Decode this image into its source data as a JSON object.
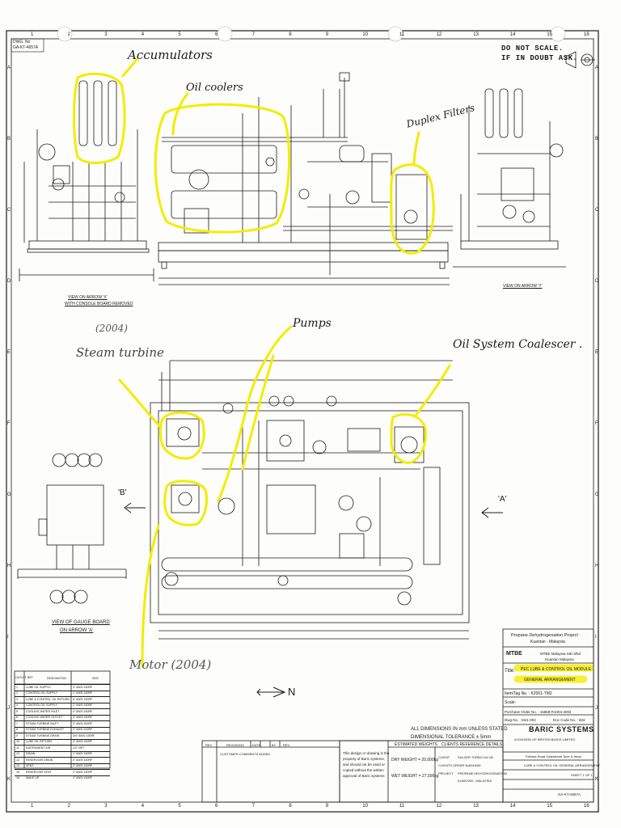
{
  "sheet": {
    "column_markers": [
      "1",
      "2",
      "3",
      "4",
      "5",
      "6",
      "7",
      "8",
      "9",
      "10",
      "11",
      "12",
      "13",
      "14",
      "15",
      "16"
    ],
    "row_markers": [
      "A",
      "B",
      "C",
      "D",
      "E",
      "F",
      "G",
      "H",
      "I",
      "J",
      "K"
    ],
    "dwg_no_label": "DWG. No",
    "dwg_no": "GA-KT-4657A"
  },
  "notices": {
    "line1": "DO NOT SCALE.",
    "line2": "IF IN DOUBT ASK."
  },
  "annotations": {
    "accumulators": "Accumulators",
    "oil_coolers": "Oil coolers",
    "duplex_filters": "Duplex Filters",
    "pumps": "Pumps",
    "oil_system_coalescer": "Oil System Coalescer .",
    "steam_turbine_note": "(2004)",
    "steam_turbine": "Steam turbine",
    "motor": "Motor (2004)"
  },
  "views": {
    "view_x": "VIEW ON ARROW 'X'",
    "view_x_sub": "WITH CONSOLE BOARD REMOVED",
    "view_y": "VIEW ON ARROW 'Y'",
    "gauge_board": "VIEW OF GAUGE BOARD",
    "gauge_board_sub": "ON ARROW 'A'",
    "arrow_a": "'A'",
    "arrow_b": "'B'",
    "north": "N"
  },
  "notes": {
    "dimensions": "ALL DIMENSIONS IN mm UNLESS STATED",
    "tolerance": "DIMENSIONAL TOLERANCE ± 5mm"
  },
  "weights": {
    "header": "ESTIMATED WEIGHTS",
    "dry": "DRY WEIGHT = 20,000kg",
    "wet": "WET WEIGHT = 27,500kg"
  },
  "clients_ref": {
    "header": "CLIENTS REFERENCE DETAILS",
    "client": "CLIENT",
    "client_val": "SULZER TURBO Ltd UK",
    "order": "CLIENTS ORDER No.",
    "order_val": "0318/98",
    "project": "PROJECT",
    "project_val": "PROPANE DEHYDROGENATION",
    "location": "KUANTAN - MALAYSIA"
  },
  "property_note": [
    "This design or drawing is the",
    "property of Baric systems,",
    "and should not be used or",
    "copied without the written",
    "approval of Baric systems"
  ],
  "revisions": {
    "headers": [
      "REV",
      "REVISIONS",
      "DATE",
      "BY",
      "REV"
    ],
    "row1": "CUSTOMER COMMENTS ADDED"
  },
  "title_block": {
    "project": "Propane Dehydrogenation Project",
    "project_loc": "Kuantan - Malaysia",
    "company": "MTBE Malaysia Sdn Bhd",
    "company_loc": "Kuantan   Malaysia",
    "title_label": "Title:",
    "title_line1": "PEC LUBE & CONTROL OIL MODULE",
    "title_line2": "GENERAL ARRANGEMENT",
    "item_tag": "Item/Tag No. : K2001-TM2",
    "scale": "Scale:",
    "purchase_order": "Purchase Order No. : 15868-R1004-4002",
    "doc_code": "Doc Code No. : 602",
    "dwg_no": "Dwg No. : M41-002",
    "brand": "BARIC SYSTEMS",
    "brand_sub": "A DIVISION OF BRITISH BIGGS LIMITED",
    "address": "Fellows Road Gateshead Tyne & Wear",
    "drawing_title": "LUBE & CONTROL OIL GENERAL ARRANGEMENT",
    "sheet_no": "SHEET 1 OF 1",
    "dwg_ref": "GA-KT-4657A"
  },
  "legend": {
    "header_ref": "OUTLET REF",
    "header_desc": "DESIGNATION",
    "header_size": "SIZE",
    "rows": [
      [
        "1",
        "LUBE OIL SUPPLY",
        "3\" ANSI 150RF"
      ],
      [
        "2",
        "CONTROL OIL SUPPLY",
        "1\" ANSI 150RF"
      ],
      [
        "3",
        "LUBE & CONTROL OIL RETURN",
        "6\" ANSI 150RF"
      ],
      [
        "4",
        "CONTROL OIL SUPPLY",
        "1\" ANSI 150RF"
      ],
      [
        "5",
        "COOLING WATER INLET",
        "4\" ANSI 150RF"
      ],
      [
        "6",
        "COOLING WATER OUTLET",
        "4\" ANSI 150RF"
      ],
      [
        "7",
        "STEAM TURBINE INLET",
        "2\" ANSI 300RF"
      ],
      [
        "8",
        "STEAM TURBINE EXHAUST",
        "3\" ANSI 150RF"
      ],
      [
        "9",
        "STEAM TURBINE DRAIN",
        "3/4\" ANSI 150RF"
      ],
      [
        "10",
        "LUBE OIL RETURN",
        "4\" ANSI 150RF"
      ],
      [
        "11",
        "INSTRUMENT AIR",
        "1/2\" NPT"
      ],
      [
        "12",
        "DRAIN",
        "1\" ANSI 150RF"
      ],
      [
        "13",
        "RESERVOIR DRAIN",
        "2\" ANSI 150RF"
      ],
      [
        "14",
        "VENT",
        "2\" ANSI 150RF"
      ],
      [
        "15",
        "RESERVOIR VENT",
        "2\" ANSI 150RF"
      ],
      [
        "16",
        "MAKE UP",
        "1\" ANSI 150RF"
      ]
    ]
  },
  "highlight_color": "#f4ec00",
  "line_color": "#1a1a1a"
}
